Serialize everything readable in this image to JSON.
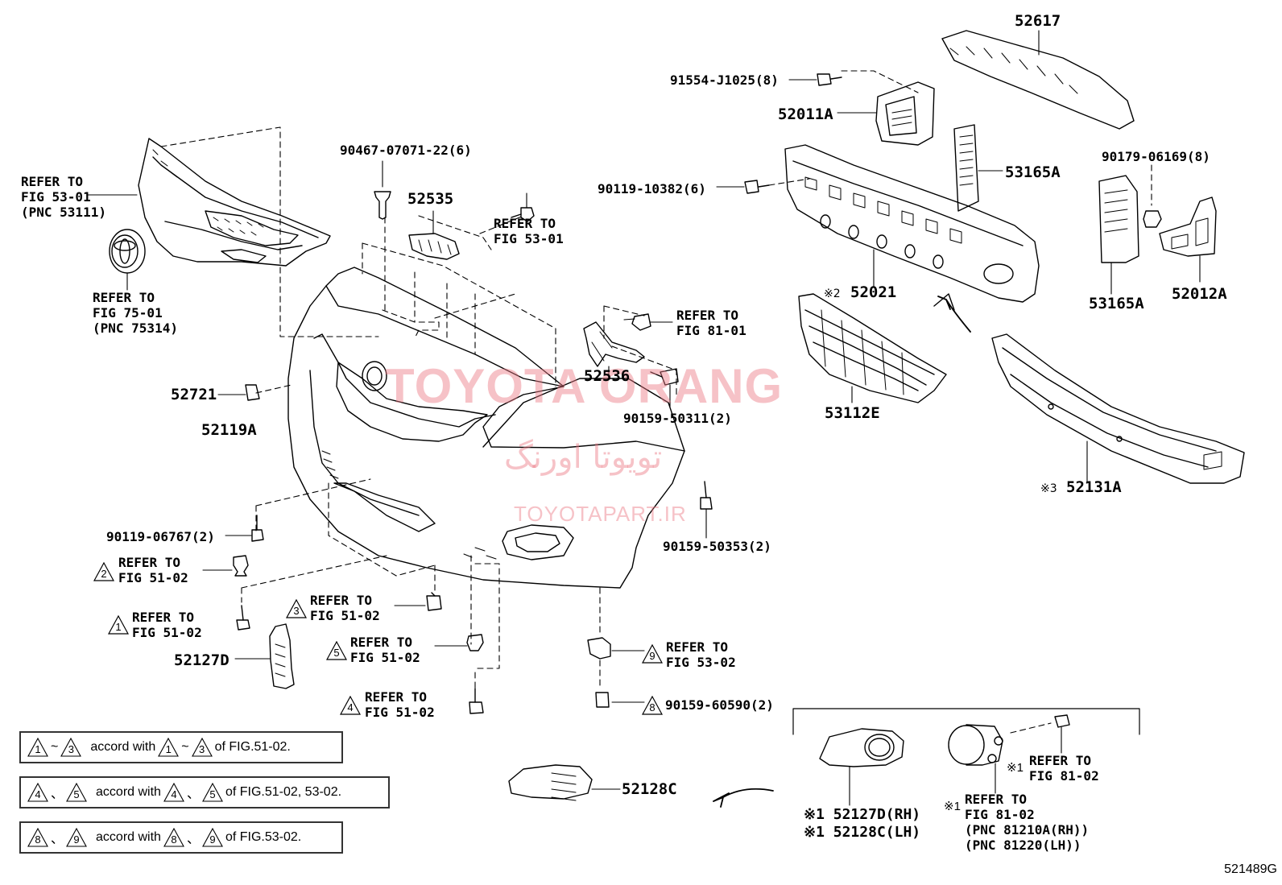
{
  "diagram_code": "521489G",
  "watermark": {
    "line1": "TOYOTA ORANG",
    "line2": "تویوتا اورنگ",
    "line3": "TOYOTAPART.IR"
  },
  "part_numbers": {
    "p52617": "52617",
    "p91554": "91554-J1025(8)",
    "p52011A": "52011A",
    "p90467": "90467-07071-22(6)",
    "p52535": "52535",
    "p90119_10382": "90119-10382(6)",
    "p53165A_top": "53165A",
    "p90179": "90179-06169(8)",
    "p52021_mark": "※2",
    "p52021": "52021",
    "p53165A_bot": "53165A",
    "p52012A": "52012A",
    "p52721": "52721",
    "p52536": "52536",
    "p90159_50311": "90159-50311(2)",
    "p53112E": "53112E",
    "p52119A": "52119A",
    "p52131A_mark": "※3",
    "p52131A": "52131A",
    "p90119_06767": "90119-06767(2)",
    "p90159_50353": "90159-50353(2)",
    "p52127D": "52127D",
    "p90159_60590": "90159-60590(2)",
    "p52128C": "52128C",
    "p52127D_RH": "※1 52127D(RH)",
    "p52128C_LH": "※1 52128C(LH)"
  },
  "refers": {
    "r53_01_a": [
      "REFER TO",
      "FIG 53-01",
      "(PNC 53111)"
    ],
    "r75_01": [
      "REFER TO",
      "FIG 75-01",
      "(PNC 75314)"
    ],
    "r53_01_b": [
      "REFER TO",
      "FIG 53-01"
    ],
    "r81_01": [
      "REFER TO",
      "FIG 81-01"
    ],
    "r51_02_t2": [
      "REFER TO",
      "FIG 51-02"
    ],
    "r51_02_t1": [
      "REFER TO",
      "FIG 51-02"
    ],
    "r51_02_t3": [
      "REFER TO",
      "FIG 51-02"
    ],
    "r51_02_t5": [
      "REFER TO",
      "FIG 51-02"
    ],
    "r51_02_t4": [
      "REFER TO",
      "FIG 51-02"
    ],
    "r53_02_t9": [
      "REFER TO",
      "FIG 53-02"
    ],
    "r81_02_a": [
      "REFER TO",
      "FIG 81-02"
    ],
    "r81_02_b": [
      "REFER TO",
      "FIG 81-02",
      "(PNC 81210A(RH))",
      "(PNC 81220(LH))"
    ]
  },
  "refer_marks": {
    "r81_02_a": "※1",
    "r81_02_b": "※1"
  },
  "triangles": {
    "t1": "1",
    "t2": "2",
    "t3": "3",
    "t4": "4",
    "t5": "5",
    "t8": "8",
    "t9": "9"
  },
  "legend": [
    {
      "a": "1",
      "sep": "~",
      "b": "3",
      "mid": "accord with",
      "c": "1",
      "sep2": "~",
      "d": "3",
      "tail": "of FIG.51-02."
    },
    {
      "a": "4",
      "sep": "、",
      "b": "5",
      "mid": "accord with",
      "c": "4",
      "sep2": "、",
      "d": "5",
      "tail": "of FIG.51-02, 53-02."
    },
    {
      "a": "8",
      "sep": "、",
      "b": "9",
      "mid": "accord with",
      "c": "8",
      "sep2": "、",
      "d": "9",
      "tail": "of FIG.53-02."
    }
  ],
  "colors": {
    "ink": "#000000",
    "watermark": "#ec7882"
  }
}
